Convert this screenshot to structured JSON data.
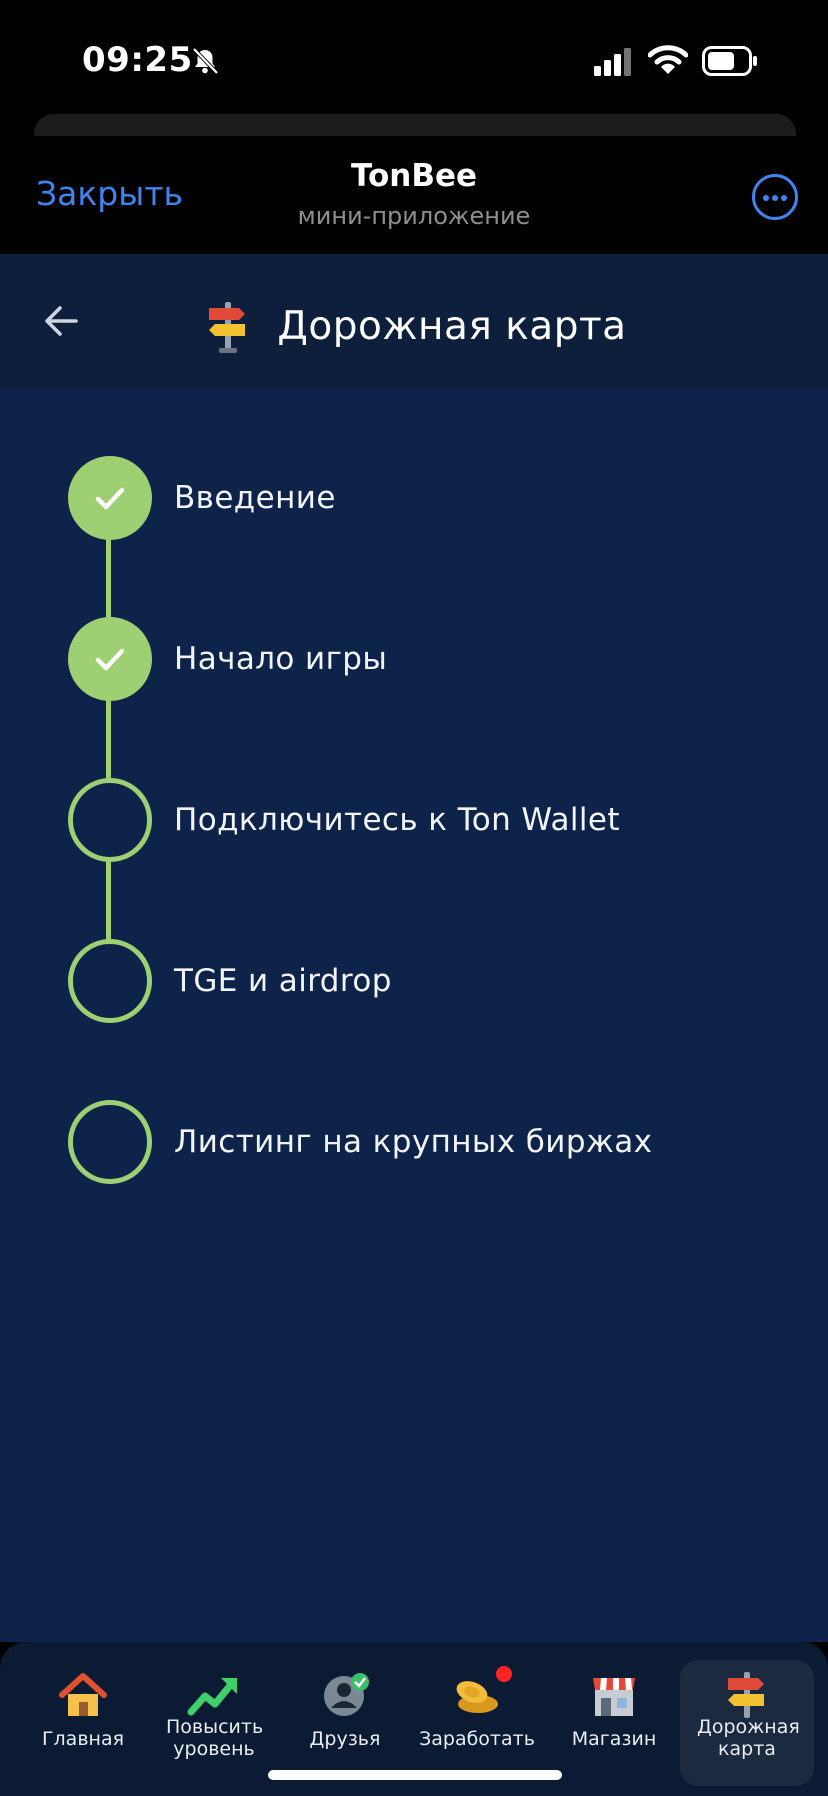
{
  "status_bar": {
    "time": "09:25"
  },
  "telegram_header": {
    "close_label": "Закрыть",
    "title": "TonBee",
    "subtitle": "мини-приложение"
  },
  "app_header": {
    "title": "Дорожная карта"
  },
  "roadmap": {
    "accent_color": "#9ecf73",
    "steps": [
      {
        "label": "Введение",
        "done": true
      },
      {
        "label": "Начало игры",
        "done": true
      },
      {
        "label": "Подключитесь к Ton Wallet",
        "done": false
      },
      {
        "label": "TGE и airdrop",
        "done": false
      },
      {
        "label": "Листинг на крупных биржах",
        "done": false
      }
    ]
  },
  "bottom_nav": {
    "items": [
      {
        "label": "Главная",
        "icon": "house-icon"
      },
      {
        "label": "Повысить уровень",
        "icon": "trend-up-icon"
      },
      {
        "label": "Друзья",
        "icon": "friends-icon"
      },
      {
        "label": "Заработать",
        "icon": "coins-icon",
        "badge": true
      },
      {
        "label": "Магазин",
        "icon": "shop-icon"
      },
      {
        "label": "Дорожная карта",
        "icon": "signpost-icon",
        "active": true
      }
    ]
  }
}
